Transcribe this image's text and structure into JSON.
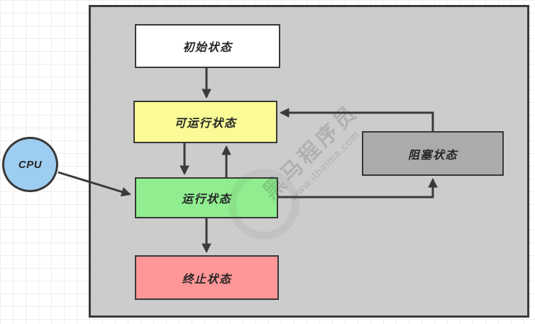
{
  "diagram": {
    "title": "thread-state-transition-diagram",
    "nodes": {
      "initial": {
        "label": "初始状态",
        "fill": "#ffffff"
      },
      "runnable": {
        "label": "可运行状态",
        "fill": "#fafa96"
      },
      "running": {
        "label": "运行状态",
        "fill": "#90ee90"
      },
      "terminated": {
        "label": "终止状态",
        "fill": "#ff9697"
      },
      "blocked": {
        "label": "阻塞状态",
        "fill": "#ababab"
      },
      "cpu": {
        "label": "CPU",
        "fill": "#9ecdf2"
      }
    },
    "edges": [
      {
        "from": "initial",
        "to": "runnable"
      },
      {
        "from": "runnable",
        "to": "running"
      },
      {
        "from": "running",
        "to": "runnable"
      },
      {
        "from": "running",
        "to": "terminated"
      },
      {
        "from": "running",
        "to": "blocked"
      },
      {
        "from": "blocked",
        "to": "runnable"
      },
      {
        "from": "cpu",
        "to": "running"
      }
    ],
    "colors": {
      "container_fill": "#cccccc",
      "stroke": "#3a3a3a",
      "page_background": "#ffffff",
      "grid_line": "#eeeeee"
    },
    "watermark": {
      "brand": "黑马程序员",
      "url": "www.itheima.com"
    }
  }
}
